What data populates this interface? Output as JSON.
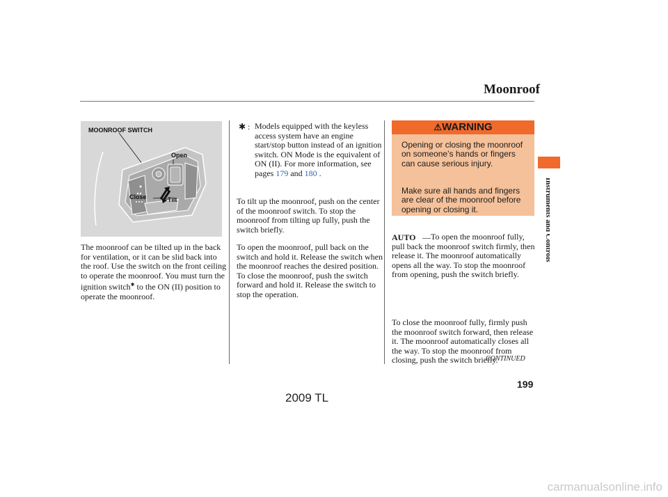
{
  "header": {
    "title": "Moonroof"
  },
  "section_tab": {
    "label": "Instruments and Controls",
    "color": "#f06a2c"
  },
  "figure": {
    "caption": "MOONROOF SWITCH",
    "labels": {
      "open": "Open",
      "close": "Close",
      "tilt": "Tilt"
    }
  },
  "col1": {
    "para_before": "The moonroof can be tilted up in the back for ventilation, or it can be slid back into the roof. Use the switch on the front ceiling to operate the moonroof. You must turn the ignition switch",
    "star": "✱",
    "para_after": " to the ON (II) position to operate the moonroof."
  },
  "note": {
    "star": "✱",
    "colon": ":",
    "text_before": "Models equipped with the keyless access system have an engine start/stop button instead of an ignition switch. ON Mode is the equivalent of ON (II). For more information, see pages ",
    "page1": "179",
    "and": " and ",
    "page2": "180",
    "end": " ."
  },
  "col2": {
    "p1": "To tilt up the moonroof, push on the center of the moonroof switch. To stop the moonroof from tilting up fully, push the switch briefly.",
    "p2": "To open the moonroof, pull back on the switch and hold it. Release the switch when the moonroof reaches the desired position. To close the moonroof, push the switch forward and hold it. Release the switch to stop the operation."
  },
  "warning": {
    "heading": "WARNING",
    "p1": "Opening or closing the moonroof on someone’s hands or fingers can cause serious injury.",
    "p2": "Make sure all hands and fingers are clear of the moonroof before opening or closing it.",
    "colors": {
      "header": "#f06a2c",
      "body": "#f5c19a"
    }
  },
  "col3": {
    "auto_label": "AUTO",
    "dash": "—",
    "auto_text": "To open the moonroof fully, pull back the moonroof switch firmly, then release it. The moonroof automatically opens all the way. To stop the moonroof from opening, push the switch briefly.",
    "p2": "To close the moonroof fully, firmly push the moonroof switch forward, then release it. The moonroof automatically closes all the way. To stop the moonroof from closing, push the switch briefly."
  },
  "continued": "CONTINUED",
  "page_number": "199",
  "footer": "2009  TL",
  "watermark": "carmanualsonline.info"
}
